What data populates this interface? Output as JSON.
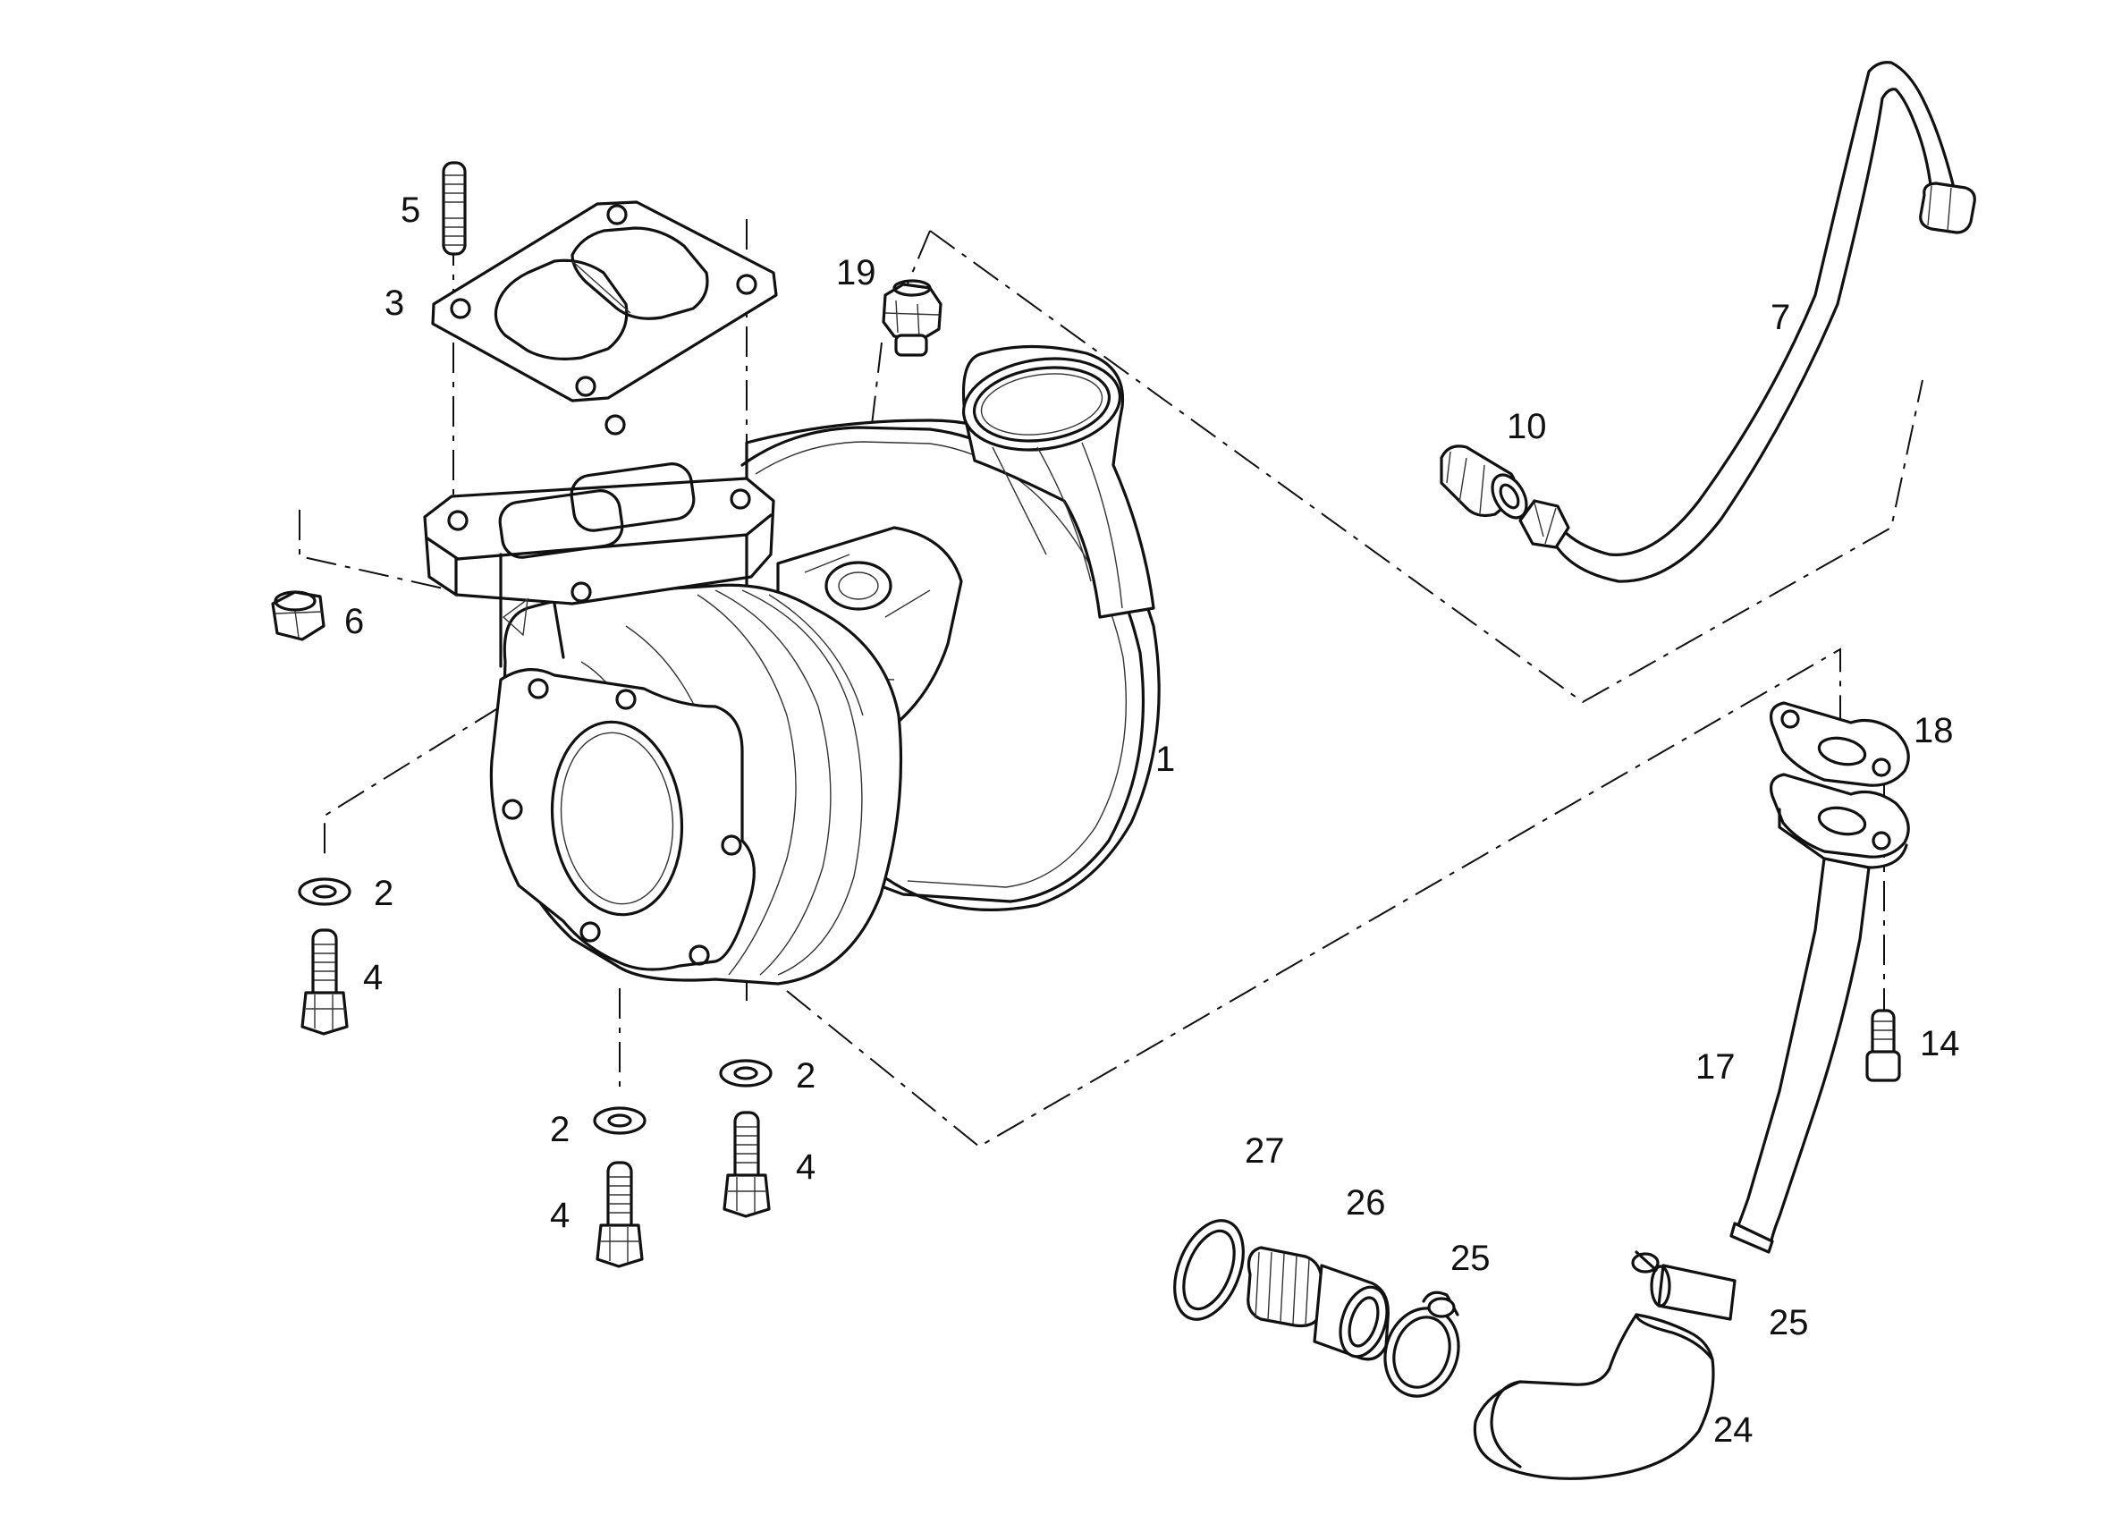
{
  "callouts": {
    "c1": "1",
    "c2a": "2",
    "c2b": "2",
    "c2c": "2",
    "c3": "3",
    "c4a": "4",
    "c4b": "4",
    "c4c": "4",
    "c5": "5",
    "c6": "6",
    "c7": "7",
    "c10": "10",
    "c14": "14",
    "c17": "17",
    "c18": "18",
    "c19": "19",
    "c24": "24",
    "c25a": "25",
    "c25b": "25",
    "c26": "26",
    "c27": "27"
  },
  "colors": {
    "line": "#111111",
    "background": "#ffffff"
  }
}
